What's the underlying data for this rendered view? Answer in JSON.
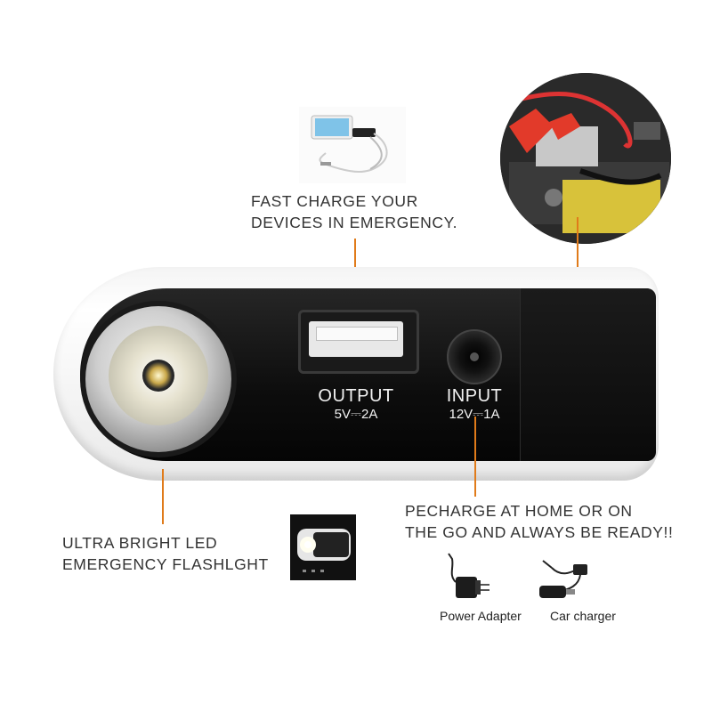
{
  "captions": {
    "fast_charge": {
      "line1": "FAST CHARGE YOUR",
      "line2": "DEVICES IN EMERGENCY."
    },
    "flashlight": {
      "line1": "ULTRA BRIGHT LED",
      "line2": "EMERGENCY FLASHLGHT"
    },
    "recharge": {
      "line1": "PECHARGE AT HOME OR ON",
      "line2": "THE GO AND ALWAYS BE READY!!"
    }
  },
  "ports": {
    "output": {
      "label": "OUTPUT",
      "spec": "5V⎓2A"
    },
    "input": {
      "label": "INPUT",
      "spec": "12V⎓1A"
    }
  },
  "accessories": [
    {
      "label": "Power Adapter",
      "icon": "power-adapter-icon"
    },
    {
      "label": "Car charger",
      "icon": "car-charger-icon"
    }
  ],
  "colors": {
    "pointer": "#e07b1a",
    "device_body": "#0d0d0d",
    "device_shell": "#f4f4f4"
  }
}
